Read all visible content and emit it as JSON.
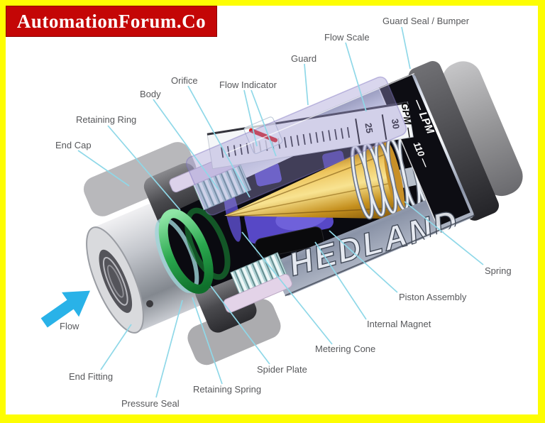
{
  "banner": {
    "title": "AutomationForum.Co"
  },
  "diagram": {
    "subject": "Variable area flow meter cutaway",
    "labels": {
      "guard_seal_bumper": "Guard Seal / Bumper",
      "flow_scale": "Flow Scale",
      "guard": "Guard",
      "flow_indicator": "Flow Indicator",
      "orifice": "Orifice",
      "body": "Body",
      "retaining_ring": "Retaining Ring",
      "end_cap": "End Cap",
      "flow": "Flow",
      "end_fitting": "End Fitting",
      "pressure_seal": "Pressure Seal",
      "retaining_spring": "Retaining Spring",
      "spider_plate": "Spider Plate",
      "metering_cone": "Metering Cone",
      "internal_magnet": "Internal Magnet",
      "piston_assembly": "Piston Assembly",
      "spring": "Spring"
    },
    "device": {
      "brand_text": "HEDLAND",
      "scale": {
        "gpm_header": "GPM —",
        "lpm_header": "— LPM",
        "gpm_tick_30": "30",
        "gpm_tick_25": "25",
        "lpm_tick_110": "110 —"
      }
    },
    "colors": {
      "frame_yellow": "#fdfd02",
      "banner_red": "#c40606",
      "leader_cyan": "#8fd8e8",
      "flow_arrow_cyan": "#29b2e8",
      "cone_gold": "#e0ab38",
      "retaining_spring_green": "#2aa84e",
      "guard_lavender": "#9a92d0",
      "label_gray": "#57585b"
    }
  }
}
